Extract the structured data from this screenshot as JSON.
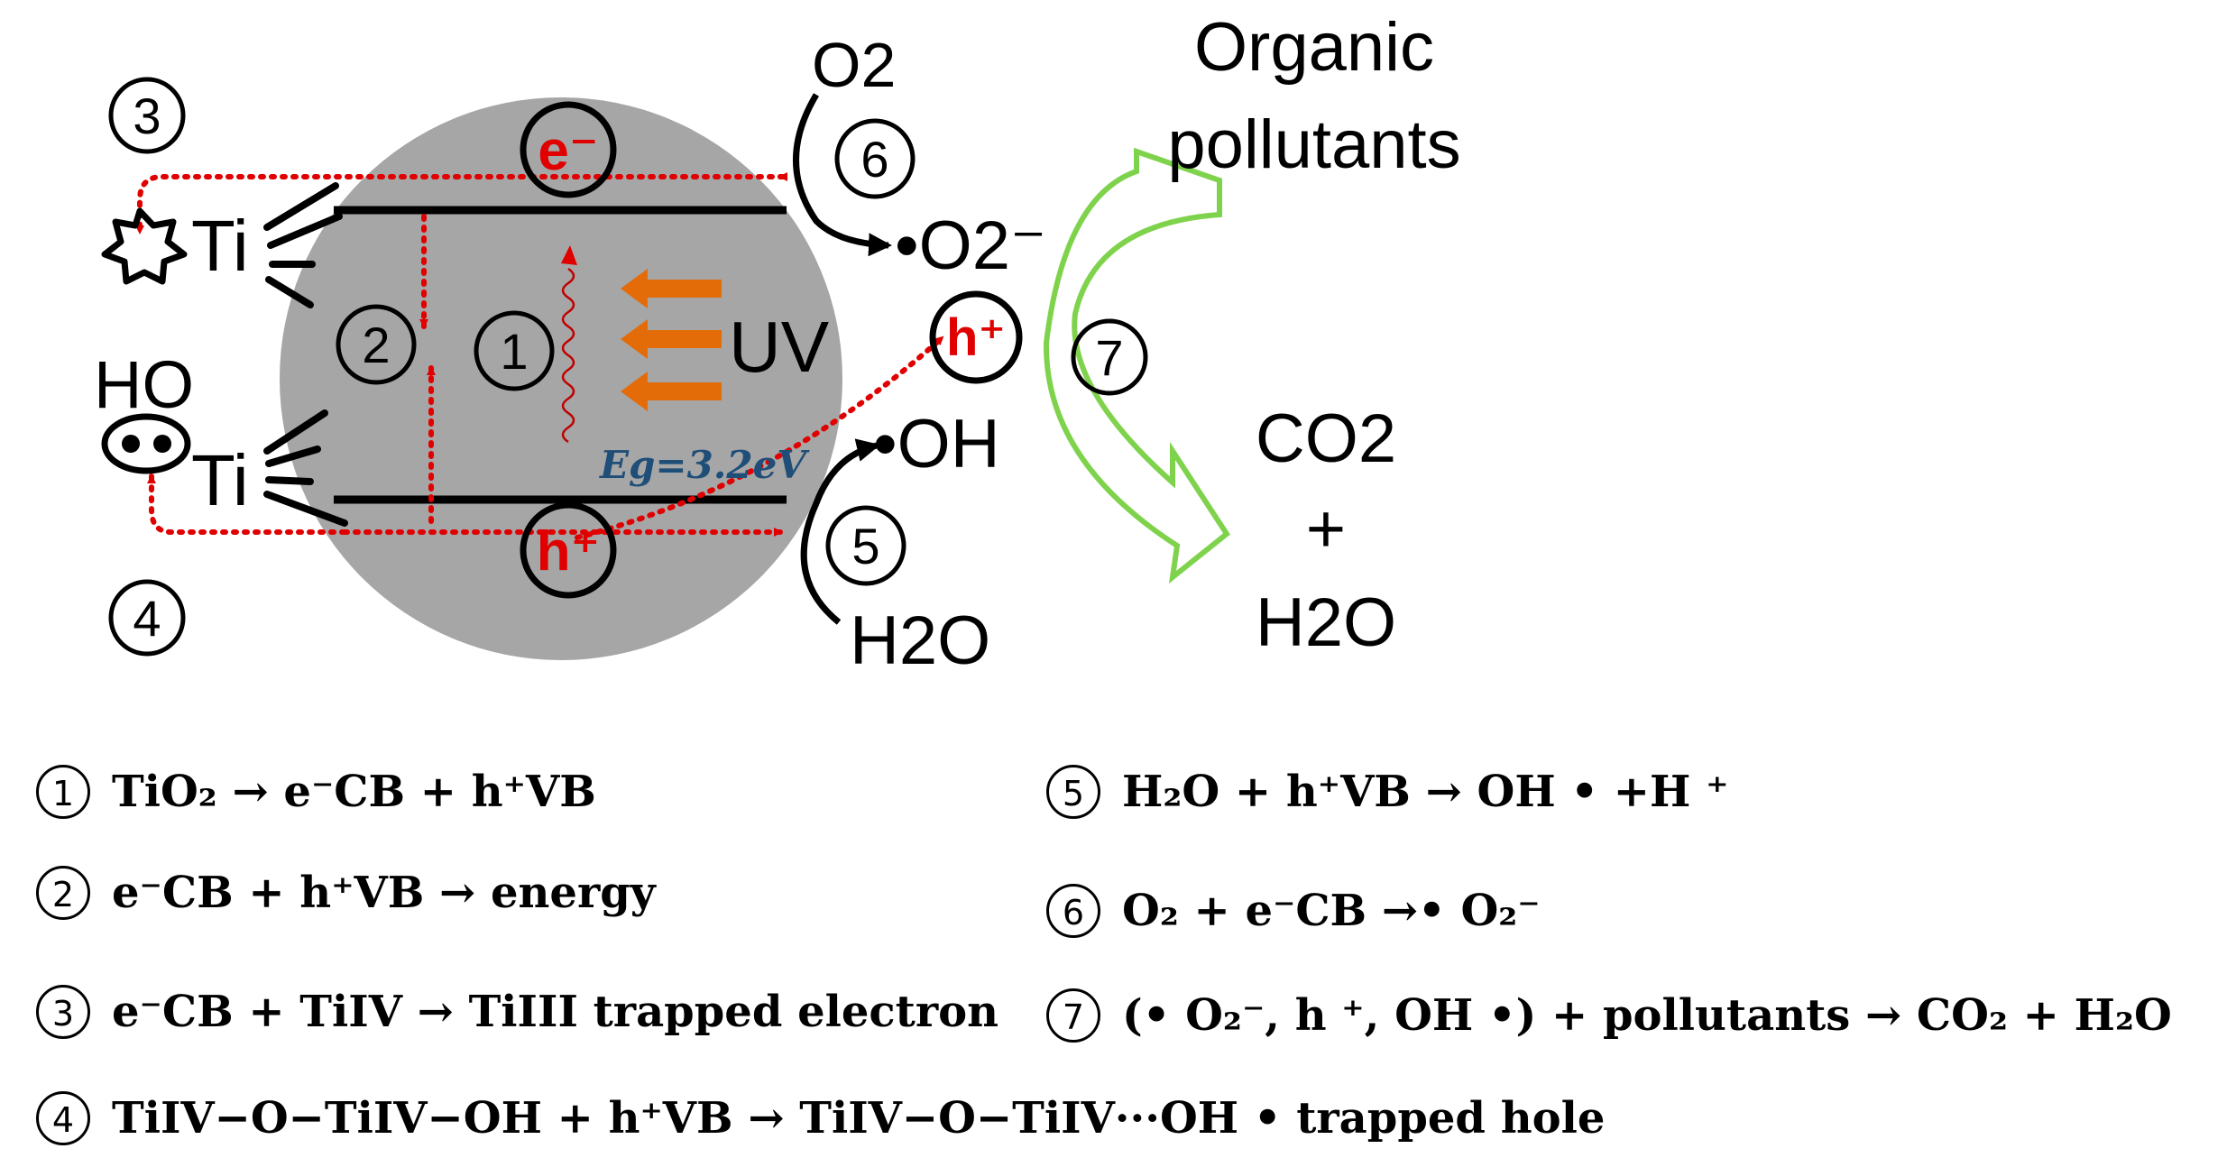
{
  "labels": {
    "o2_top": "O2",
    "organic": [
      "Organic",
      "pollutants"
    ],
    "e_minus": "e⁻",
    "h_plus_vb": "h⁺",
    "h_plus_free": "h⁺",
    "ti_top": "Ti",
    "ti_bottom": "Ti",
    "ho": "HO",
    "uv": "UV",
    "eg": "Eg=3.2eV",
    "o2_radical": "•O2⁻",
    "oh_radical": "•OH",
    "h2o_left": "H2O",
    "co2": "CO2",
    "plus": "+",
    "h2o_right": "H2O"
  },
  "step_numbers": {
    "s1": "1",
    "s2": "2",
    "s3": "3",
    "s4": "4",
    "s5": "5",
    "s6": "6",
    "s7": "7"
  },
  "equations": [
    {
      "num": "1",
      "text": "TiO₂ → e⁻CB + h⁺VB"
    },
    {
      "num": "2",
      "text": "e⁻CB + h⁺VB  → energy"
    },
    {
      "num": "3",
      "text": "e⁻CB + TiIV → TiIII trapped electron"
    },
    {
      "num": "4",
      "text": "TiIV−O−TiIV−OH + h⁺VB → TiIV−O−TiIV···OH • trapped hole"
    },
    {
      "num": "5",
      "text": "H₂O + h⁺VB → OH • +H ⁺"
    },
    {
      "num": "6",
      "text": "O₂ + e⁻CB →• O₂⁻"
    },
    {
      "num": "7",
      "text": "(• O₂⁻, h ⁺, OH •) + pollutants → CO₂ + H₂O"
    }
  ],
  "colors": {
    "particle": "#a6a6a6",
    "red": "#e00000",
    "uv_arrow": "#e36c09",
    "green_arrow": "#7fd34c",
    "eg_text": "#1f4e79",
    "wave": "#c00000"
  }
}
